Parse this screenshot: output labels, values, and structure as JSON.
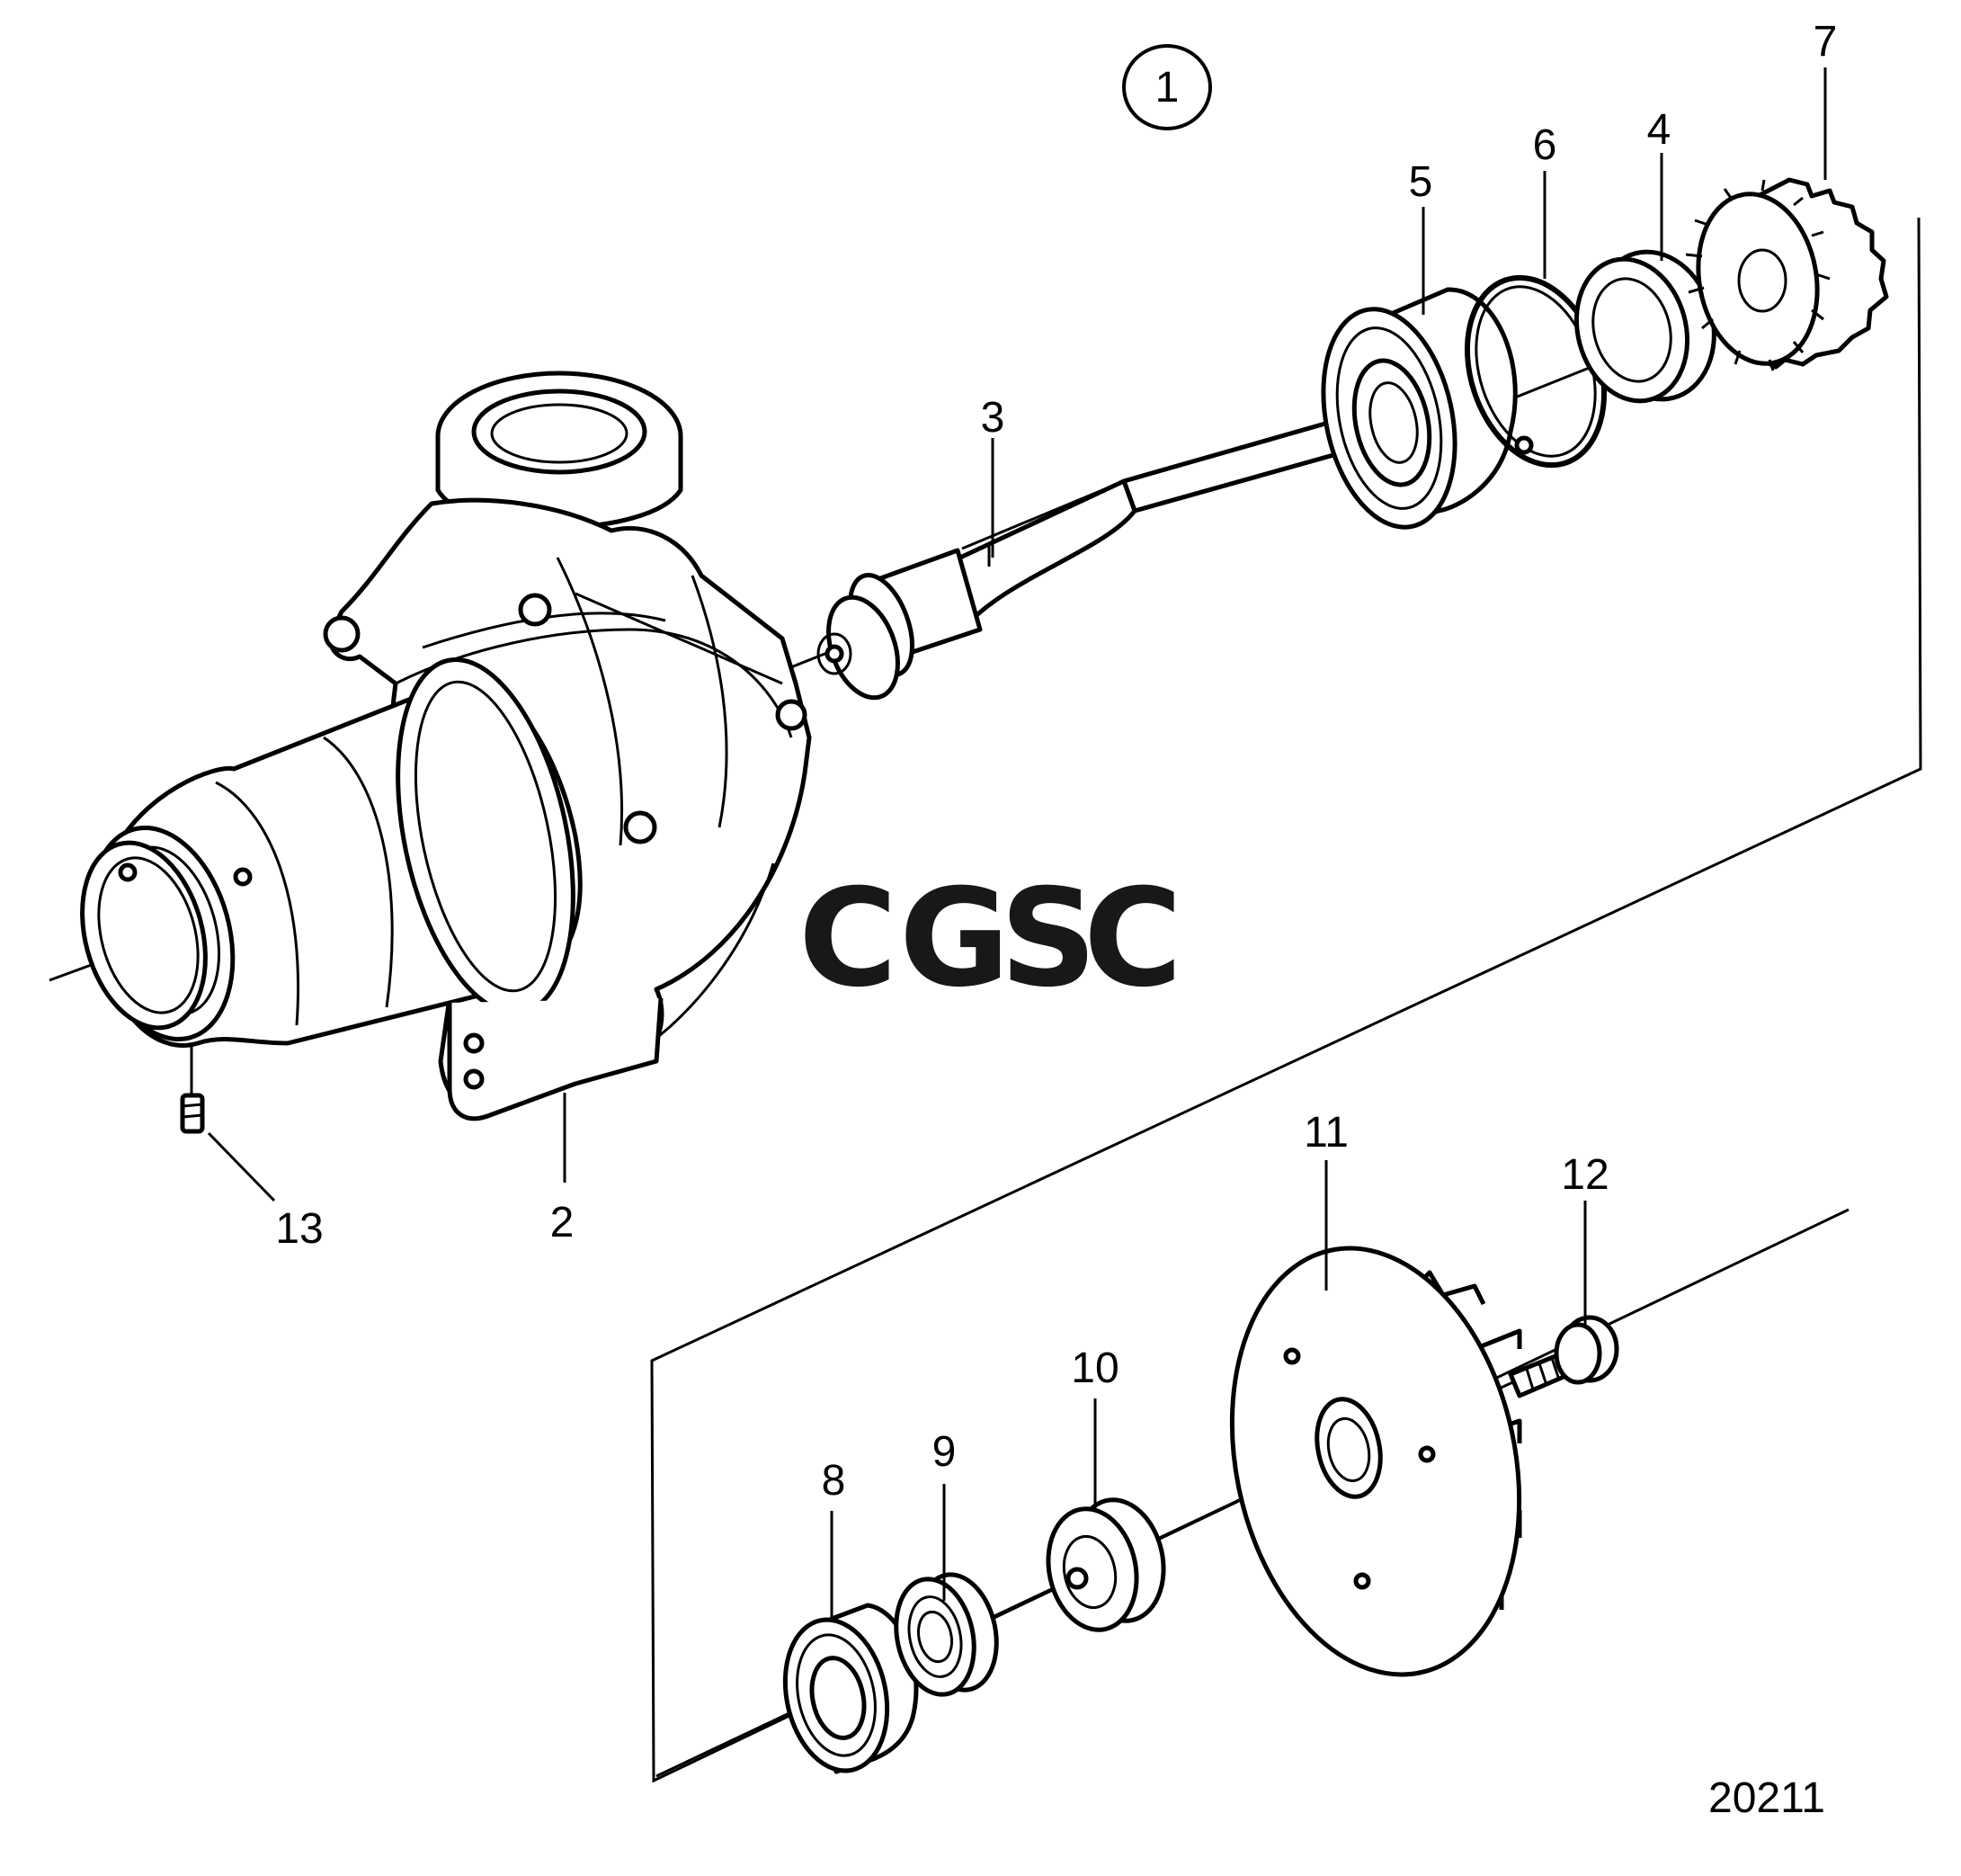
{
  "diagram": {
    "group_marker": "1",
    "part_labels": [
      "2",
      "3",
      "4",
      "5",
      "6",
      "7",
      "8",
      "9",
      "10",
      "11",
      "12",
      "13"
    ],
    "figure_number": "20211"
  },
  "watermark": {
    "letters": [
      "C",
      "G",
      "S",
      "C"
    ],
    "colors": [
      "#8fb4f8",
      "#f29b92",
      "#f7d96b",
      "#83c7a1"
    ]
  }
}
